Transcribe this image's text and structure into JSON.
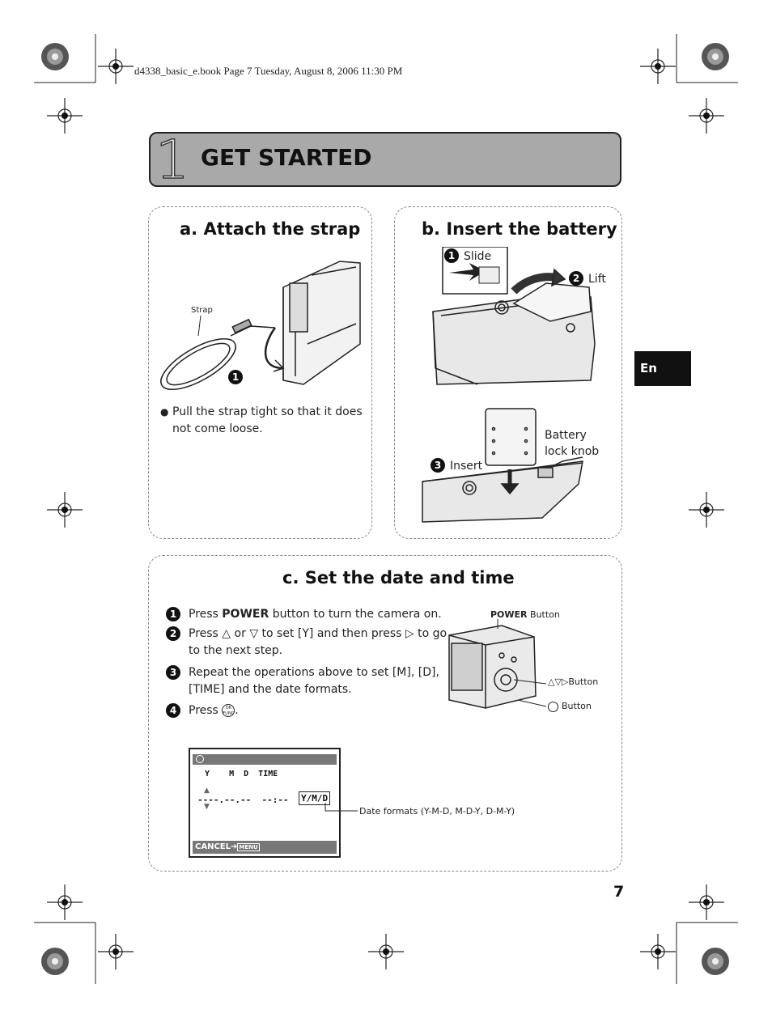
{
  "header": {
    "file_line": "d4338_basic_e.book  Page 7  Tuesday, August 8, 2006  11:30 PM"
  },
  "chapter": {
    "number": "1",
    "title": "GET STARTED"
  },
  "side_tab": {
    "label": "En"
  },
  "section_a": {
    "title": "a. Attach the strap",
    "strap_label": "Strap",
    "step_marker": "1",
    "bullet": "Pull the strap tight so that it does not come loose."
  },
  "section_b": {
    "title": "b. Insert the battery",
    "step1_num": "1",
    "step1_label": "Slide",
    "step2_num": "2",
    "step2_label": "Lift",
    "step3_num": "3",
    "step3_label": "Insert",
    "knob_label_line1": "Battery",
    "knob_label_line2": "lock knob"
  },
  "section_c": {
    "title": "c. Set the date and time",
    "steps": [
      {
        "num": "1",
        "pre": "Press ",
        "bold": "POWER",
        "post": " button to turn the camera on."
      },
      {
        "num": "2",
        "text_a": "Press ",
        "text_b": " or ",
        "text_c": " to set [Y] and then press ",
        "text_d": " to go to the next step."
      },
      {
        "num": "3",
        "text": "Repeat the operations above to set [M], [D], [TIME] and the date formats."
      },
      {
        "num": "4",
        "pre": "Press ",
        "ok_icon": "OK/FUNC",
        "post": "."
      }
    ],
    "power_label_bold": "POWER",
    "power_label_rest": " Button",
    "arrows_label": "Button",
    "ok_label": "Button",
    "lcd": {
      "header": "Y    M  D  TIME",
      "value_line": "----.--.--  --:--",
      "format": "Y/M/D",
      "cancel": "CANCEL",
      "menu": "MENU"
    },
    "formats_note": "Date formats (Y-M-D, M-D-Y, D-M-Y)"
  },
  "page_number": "7"
}
